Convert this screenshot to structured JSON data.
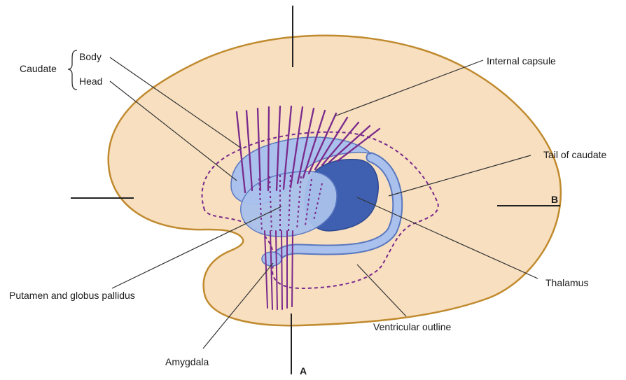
{
  "labels": {
    "caudate": "Caudate",
    "body": "Body",
    "head": "Head",
    "internal_capsule": "Internal capsule",
    "tail_of_caudate": "Tail of caudate",
    "b": "B",
    "thalamus": "Thalamus",
    "ventricular_outline": "Ventricular outline",
    "putamen_globus_pallidus": "Putamen and globus pallidus",
    "amygdala": "Amygdala",
    "a": "A"
  },
  "colors": {
    "brain_fill": "#f7dfc0",
    "brain_outline": "#c08a2e",
    "caudate_fill": "#a9c1ec",
    "caudate_stroke": "#5a77bf",
    "thalamus_fill": "#3f5fb0",
    "fibers": "#7a2a8c",
    "leader_lines": "#333333"
  }
}
